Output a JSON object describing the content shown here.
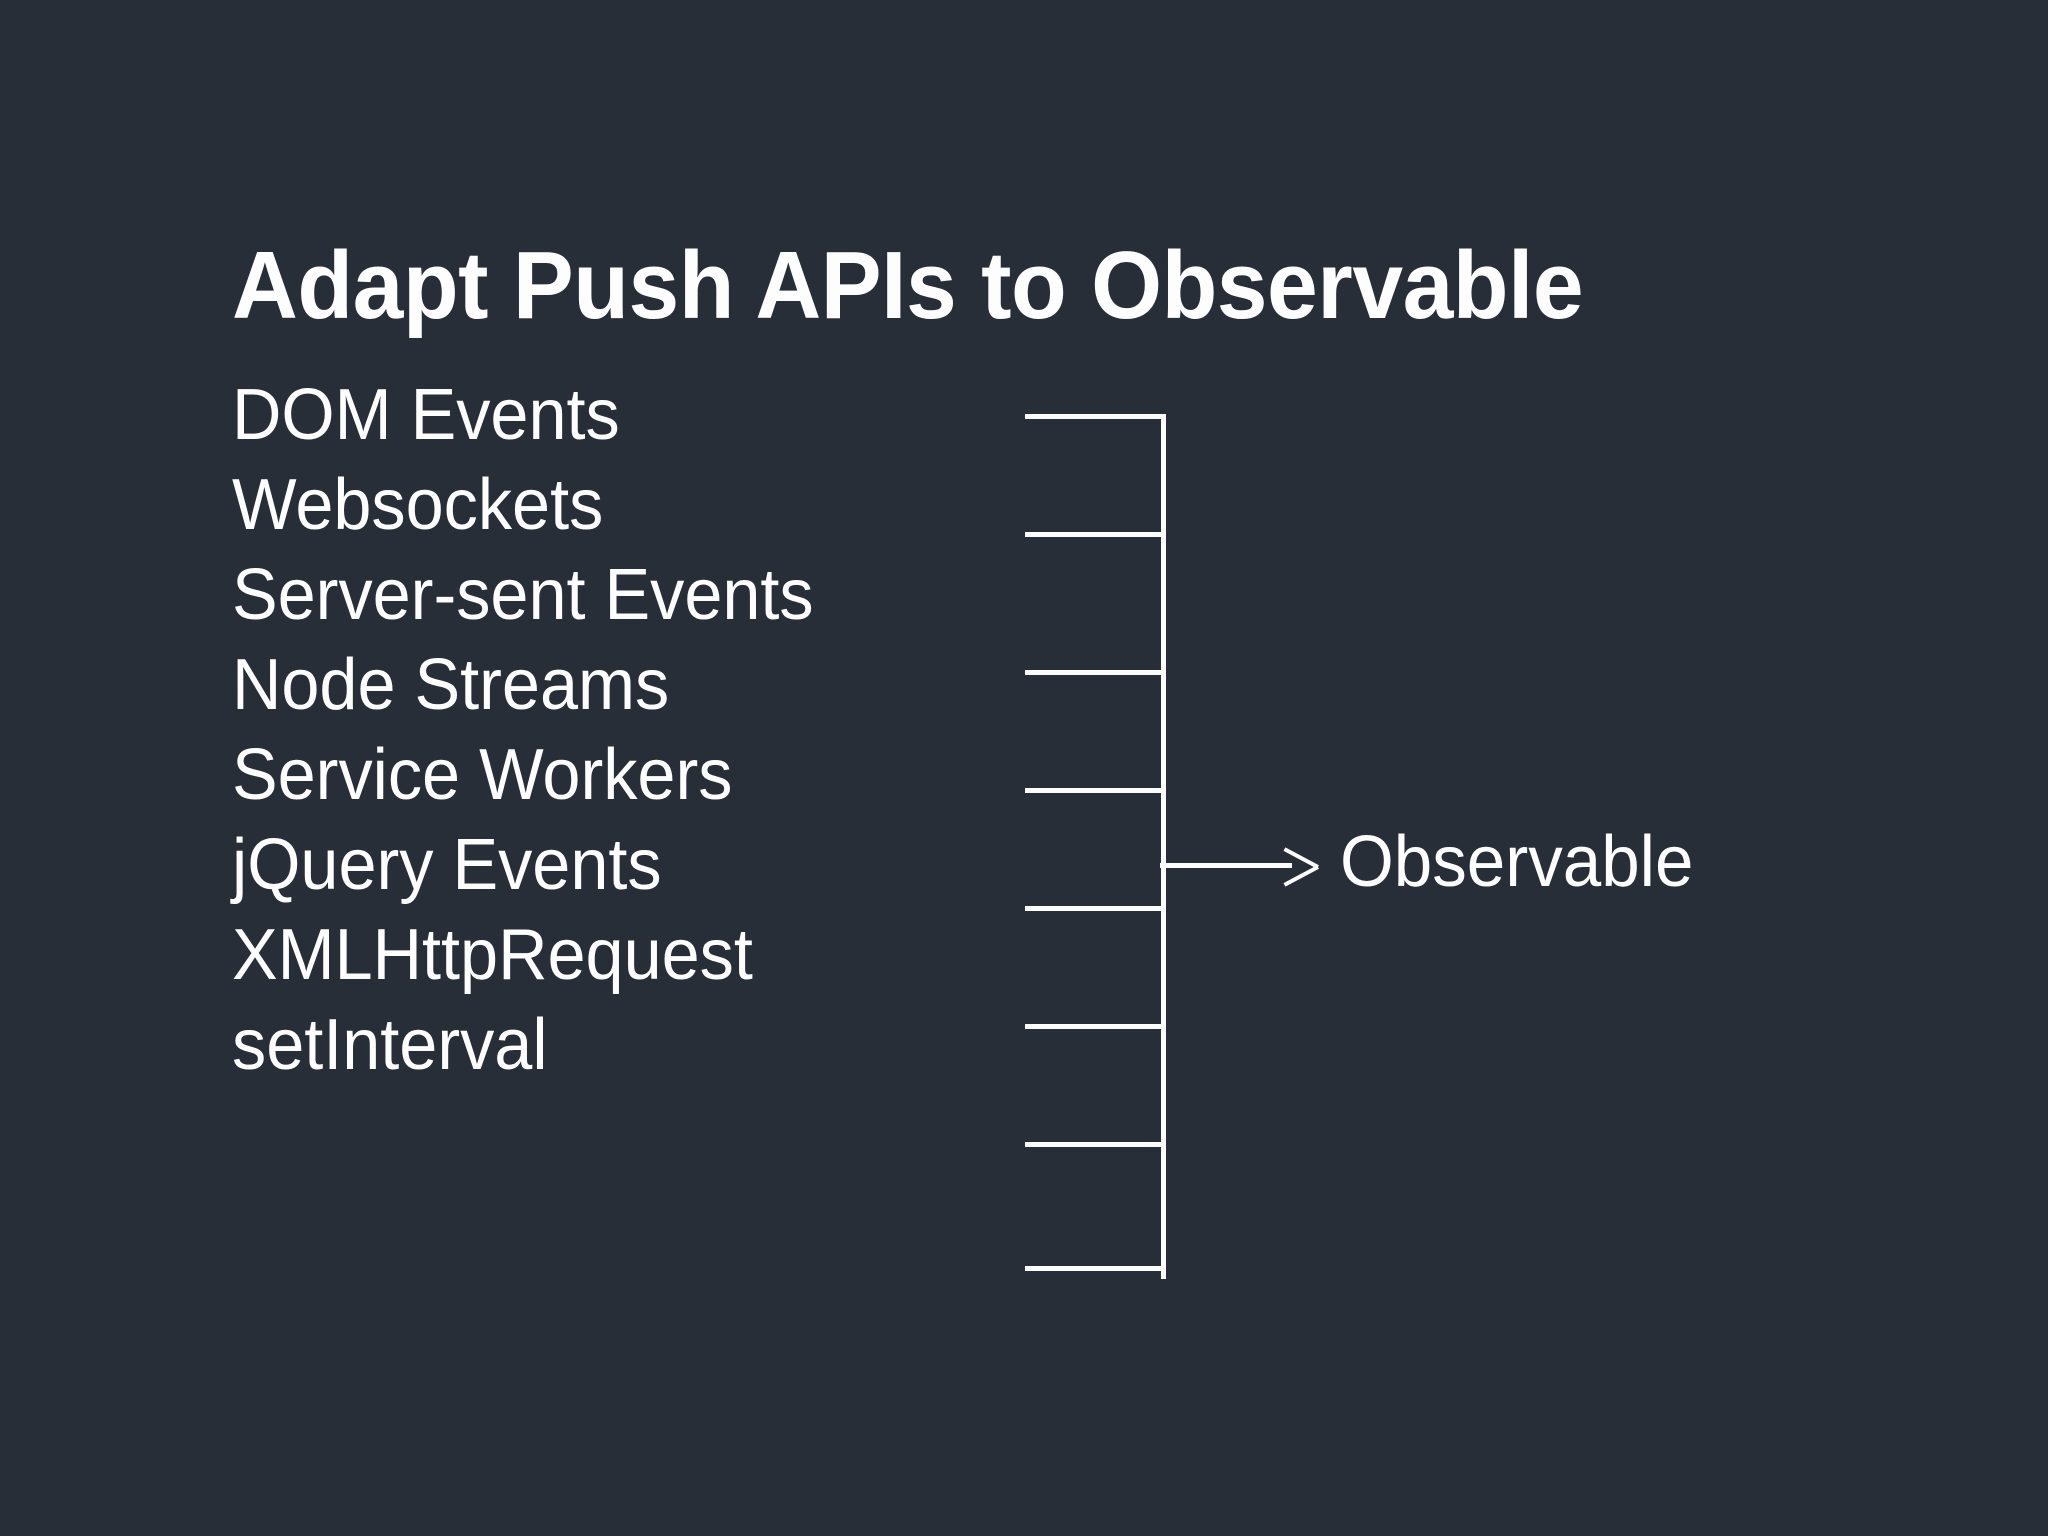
{
  "slide": {
    "title": "Adapt Push APIs to Observable",
    "background_color": "#282e38",
    "text_color": "#fdfdfd",
    "line_color": "#fdfdfd"
  },
  "sources": [
    {
      "label": "DOM Events"
    },
    {
      "label": "Websockets"
    },
    {
      "label": "Server-sent Events"
    },
    {
      "label": "Node Streams"
    },
    {
      "label": "Service Workers"
    },
    {
      "label": "jQuery Events"
    },
    {
      "label": "XMLHttpRequest"
    },
    {
      "label": "setInterval"
    }
  ],
  "target": {
    "label": "Observable"
  },
  "connector": {
    "type": "brace-to-arrow",
    "arrow_icon": "arrow-right-icon",
    "tick_count": 8
  }
}
